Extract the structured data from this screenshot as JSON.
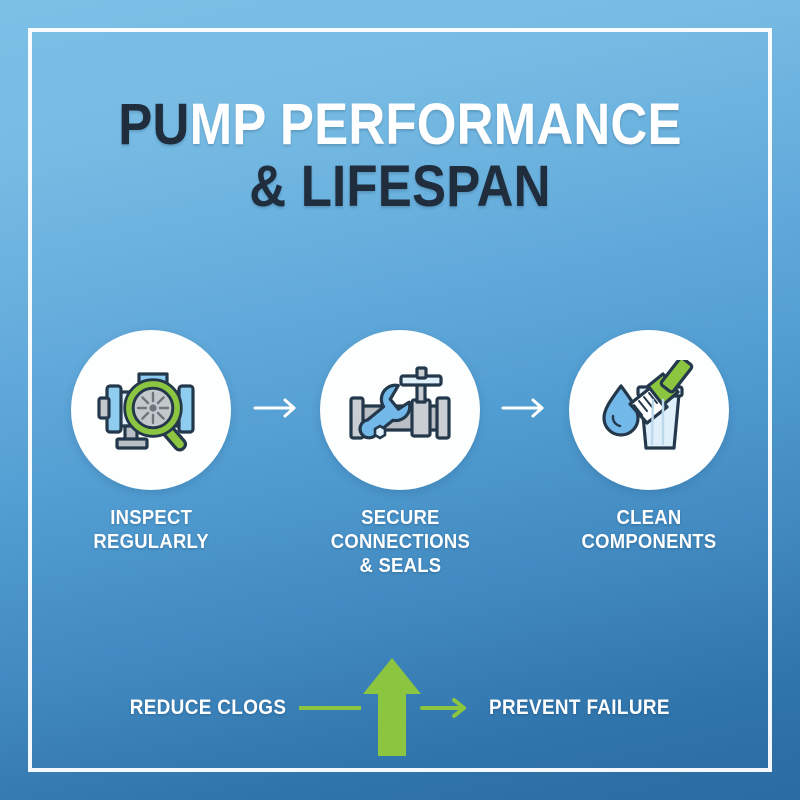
{
  "theme": {
    "bg_top": "#7dc0e6",
    "bg_bottom": "#2a6ca3",
    "accent_green": "#8cc540",
    "dark_navy": "#1f2d3d",
    "white": "#ffffff"
  },
  "title": {
    "line1_dark": "PU",
    "line1_light": "MP PERFORMANCE",
    "line2_dark": "& LIFESPAN"
  },
  "steps": [
    {
      "icon": "pump-inspection-icon",
      "label_line1": "INSPECT",
      "label_line2": "REGULARLY",
      "label_line3": ""
    },
    {
      "icon": "pipe-wrench-valve-icon",
      "label_line1": "SECURE",
      "label_line2": "CONNECTIONS",
      "label_line3": "& SEALS"
    },
    {
      "icon": "water-drop-bucket-brush-icon",
      "label_line1": "CLEAN",
      "label_line2": "COMPONENTS",
      "label_line3": ""
    }
  ],
  "step_connector": {
    "icon": "arrow-right-icon"
  },
  "bottom": {
    "left_text": "REDUCE CLOGS",
    "right_text": "PREVENT FAILURE",
    "up_arrow_icon": "arrow-up-icon",
    "right_arrow_icon": "arrow-right-icon",
    "connector_icon": "horizontal-line"
  }
}
